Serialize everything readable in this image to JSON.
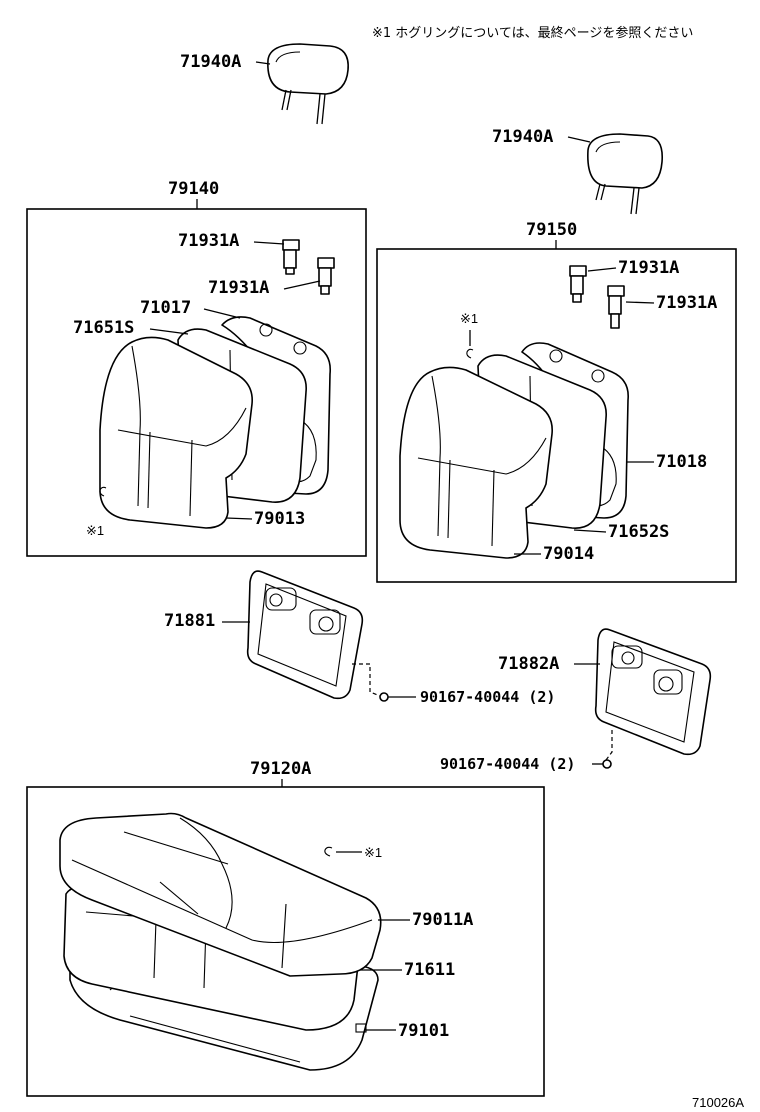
{
  "note": "※1  ホグリングについては、最終ページを参照ください",
  "figure_id": "710026A",
  "assembly_left_back": "79140",
  "assembly_right_back": "79150",
  "assembly_cushion": "79120A",
  "parts": {
    "headrest_left": "71940A",
    "headrest_right": "71940A",
    "support_left_upper": "71931A",
    "support_left_lower": "71931A",
    "support_right_upper": "71931A",
    "support_right_lower": "71931A",
    "frame_left": "71017",
    "pad_left": "71651S",
    "cover_left": "79013",
    "hogring_left": "※1",
    "hogring_right": "※1",
    "hogring_cushion": "※1",
    "frame_right": "71018",
    "pad_right": "71652S",
    "cover_right": "79014",
    "bezel_left": "71881",
    "bezel_right": "71882A",
    "screw_left": "90167-40044 (2)",
    "screw_right": "90167-40044 (2)",
    "cushion_cover": "79011A",
    "cushion_pad": "71611",
    "cushion_frame": "79101"
  }
}
